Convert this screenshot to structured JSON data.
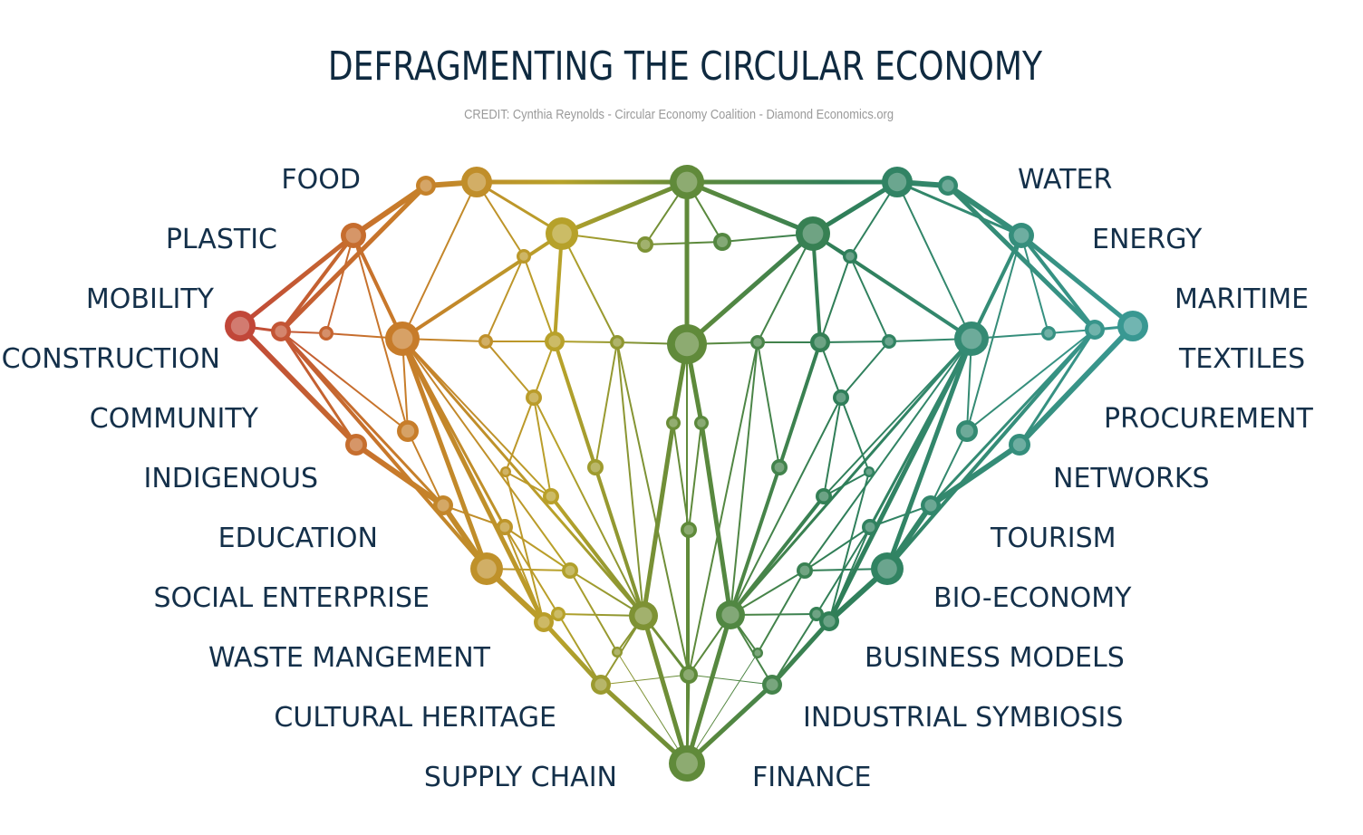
{
  "title": "DEFRAGMENTING THE CIRCULAR ECONOMY",
  "credit": "CREDIT: Cynthia Reynolds - Circular Economy Coalition - Diamond Economics.org",
  "colors": {
    "text": "#14304a",
    "credit": "#9a9a9a",
    "gradient_left": "#c0433a",
    "gradient_left_mid": "#c87a2a",
    "gradient_mid_left": "#b8a22a",
    "gradient_center": "#5f8a3a",
    "gradient_mid_right": "#2f7e58",
    "gradient_right": "#3a9a96"
  },
  "left_labels": [
    "FOOD",
    "PLASTIC",
    "MOBILITY",
    "CONSTRUCTION",
    "COMMUNITY",
    "INDIGENOUS",
    "EDUCATION",
    "SOCIAL ENTERPRISE",
    "WASTE MANGEMENT",
    "CULTURAL HERITAGE",
    "SUPPLY CHAIN"
  ],
  "right_labels": [
    "WATER",
    "ENERGY",
    "MARITIME",
    "TEXTILES",
    "PROCUREMENT",
    "NETWORKS",
    "TOURISM",
    "BIO-ECONOMY",
    "BUSINESS MODELS",
    "INDUSTRIAL SYMBIOSIS",
    "FINANCE"
  ]
}
